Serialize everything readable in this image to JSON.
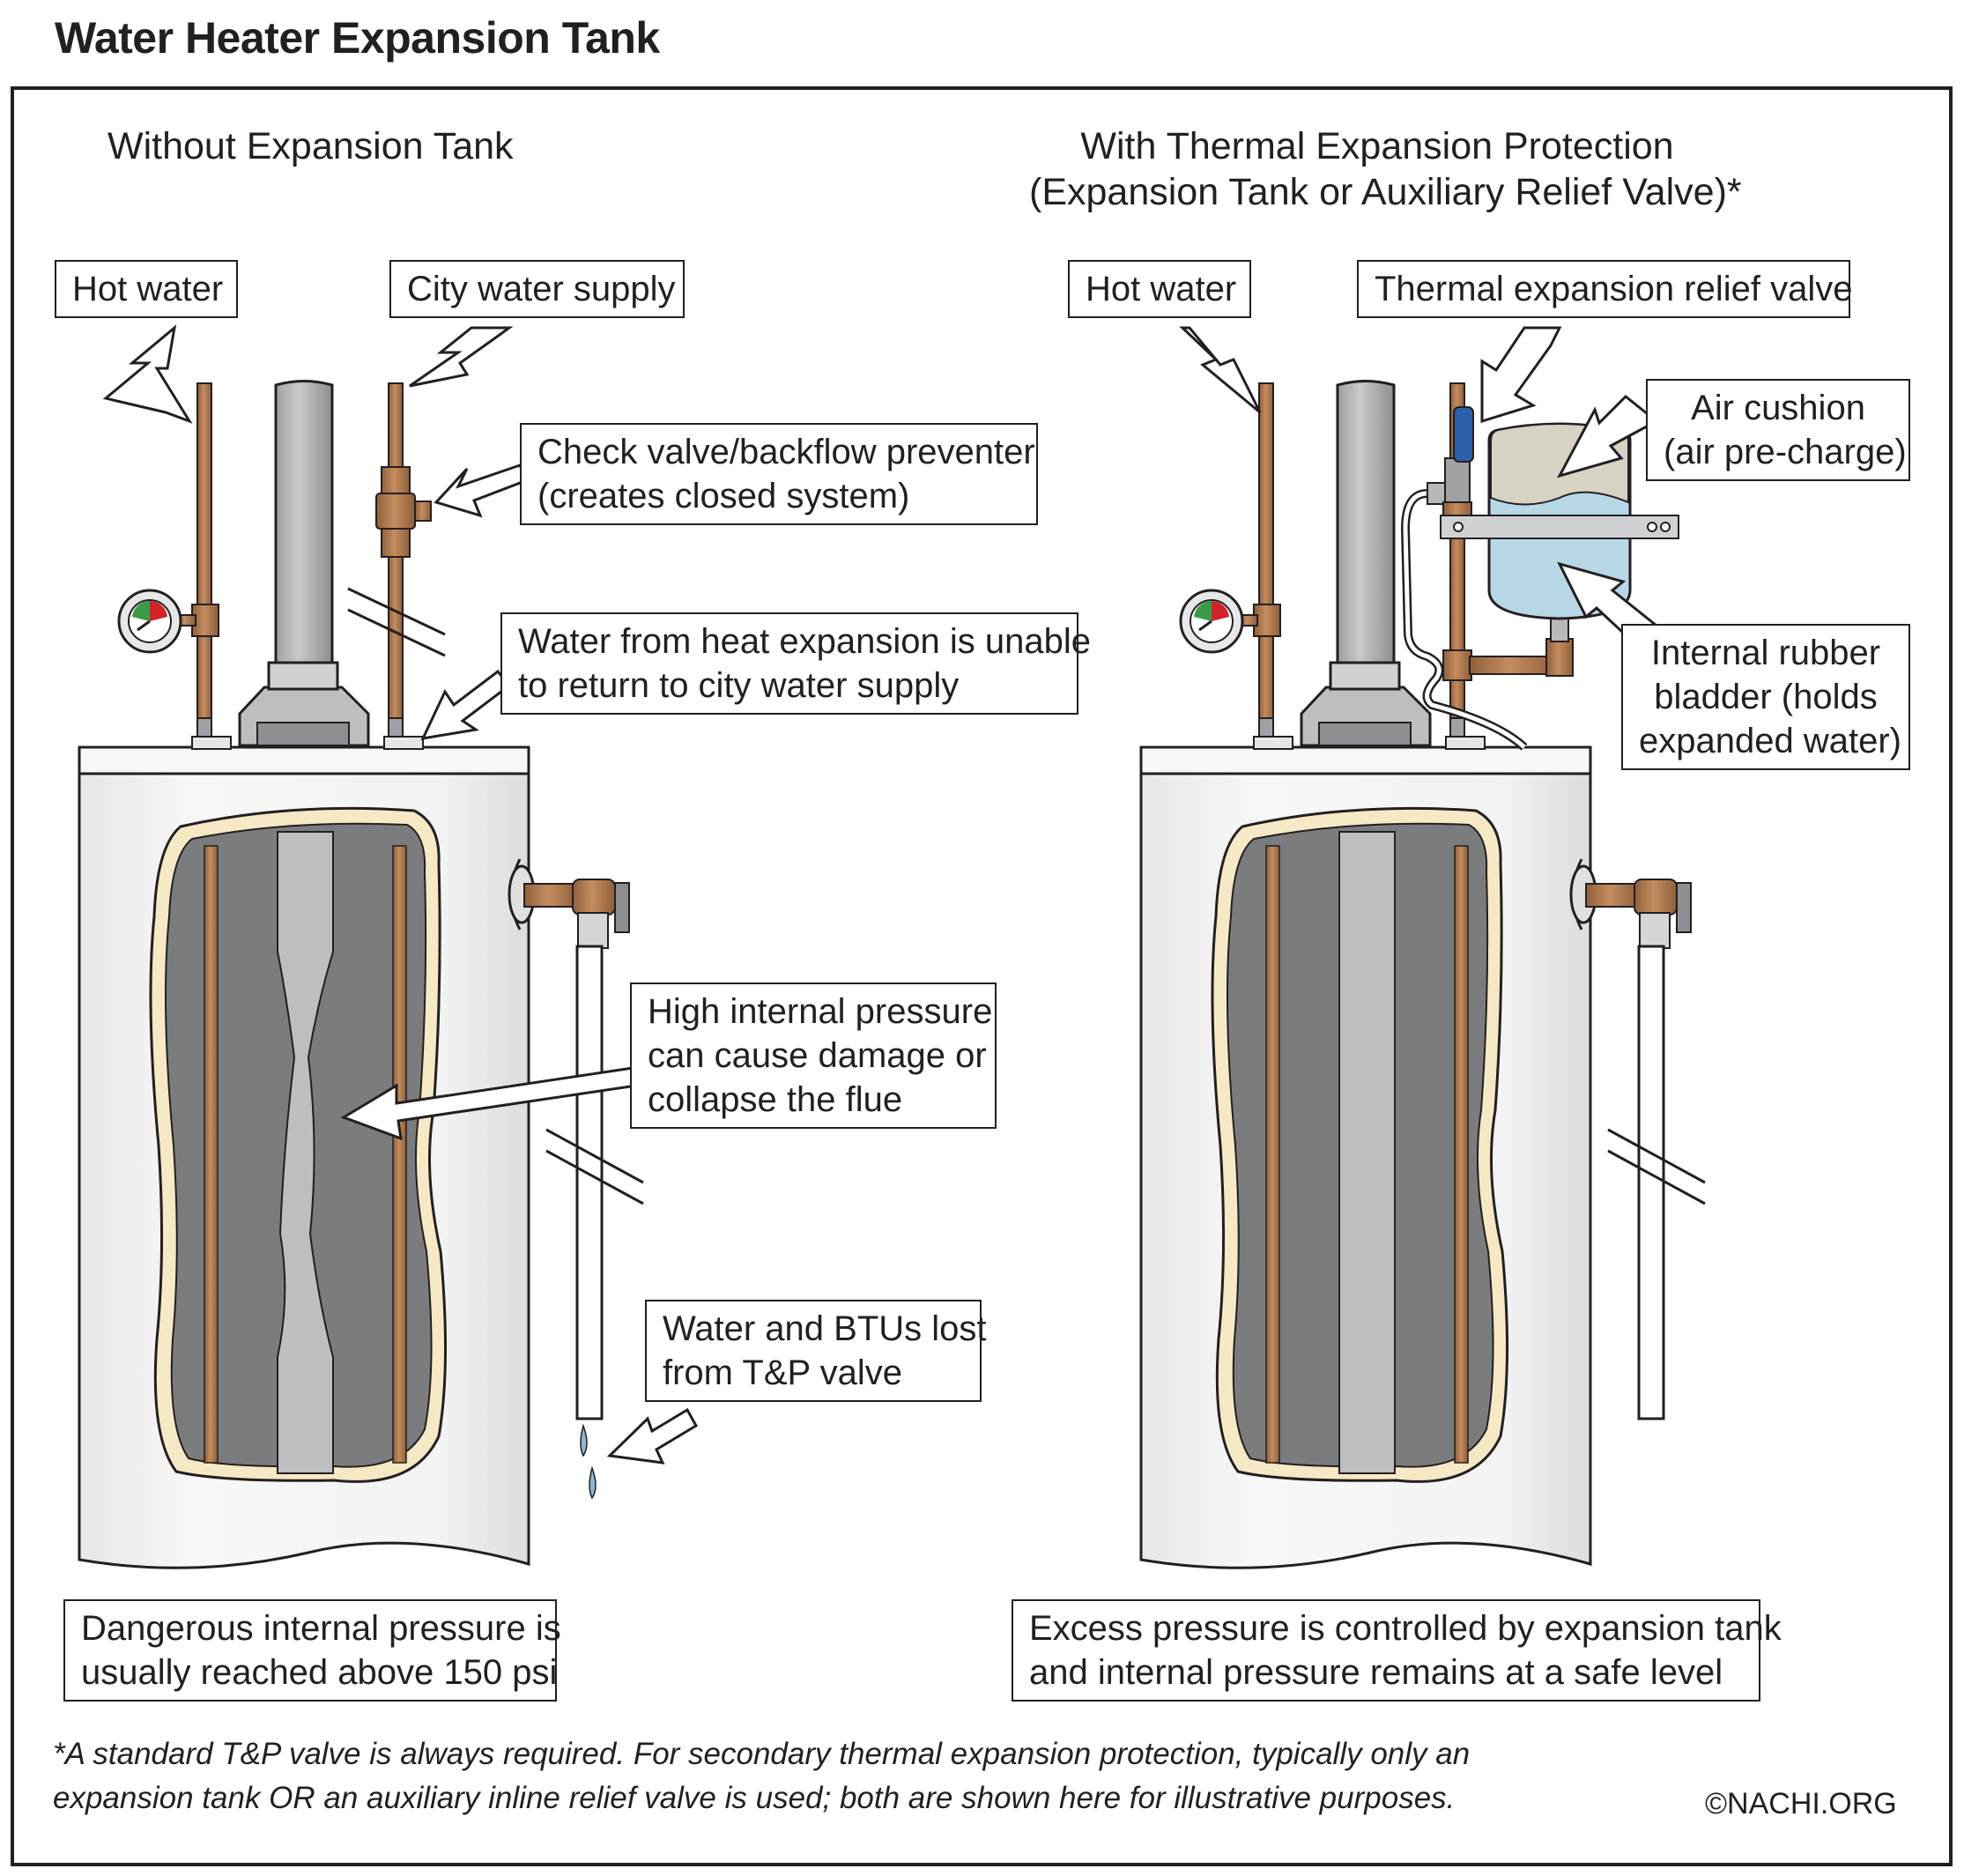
{
  "title": "Water Heater Expansion Tank",
  "left_panel": {
    "heading": "Without Expansion Tank",
    "labels": {
      "hot_water": "Hot water",
      "city_supply": "City water supply",
      "check_valve": [
        "Check valve/backflow preventer",
        "(creates closed system)"
      ],
      "heat_expansion": [
        "Water from heat expansion is unable",
        "to return to city water supply"
      ],
      "high_pressure": [
        "High internal pressure",
        "can cause damage or",
        "collapse the flue"
      ],
      "water_lost": [
        "Water and BTUs lost",
        "from T&P valve"
      ],
      "summary": [
        "Dangerous internal pressure is",
        "usually reached above 150 psi"
      ]
    }
  },
  "right_panel": {
    "heading": [
      "With Thermal Expansion Protection",
      "(Expansion Tank or Auxiliary Relief Valve)*"
    ],
    "labels": {
      "hot_water": "Hot water",
      "relief_valve": "Thermal expansion relief valve",
      "air_cushion": [
        "Air cushion",
        "(air pre-charge)"
      ],
      "rubber_bladder": [
        "Internal rubber",
        "bladder (holds",
        "expanded water)"
      ],
      "summary": [
        "Excess pressure is controlled by expansion tank",
        "and internal pressure remains at a safe level"
      ]
    }
  },
  "footnote": [
    "*A standard T&P valve is always required. For secondary thermal expansion protection, typically only an",
    "expansion tank OR an auxiliary inline relief valve is used; both are shown here for illustrative purposes."
  ],
  "credit": "©NACHI.ORG",
  "colors": {
    "copper": "#b07a4e",
    "tank_shell": "#f1f1f1",
    "tank_interior": "#7b7c7e",
    "flue": "#bcbec0",
    "insulation": "#f5e8c4",
    "expansion_tank_water": "#b7d6e6",
    "expansion_tank_air": "#d6d2c4",
    "valve_handle": "#2b5fa8",
    "water_drop": "#8fb7d3"
  }
}
